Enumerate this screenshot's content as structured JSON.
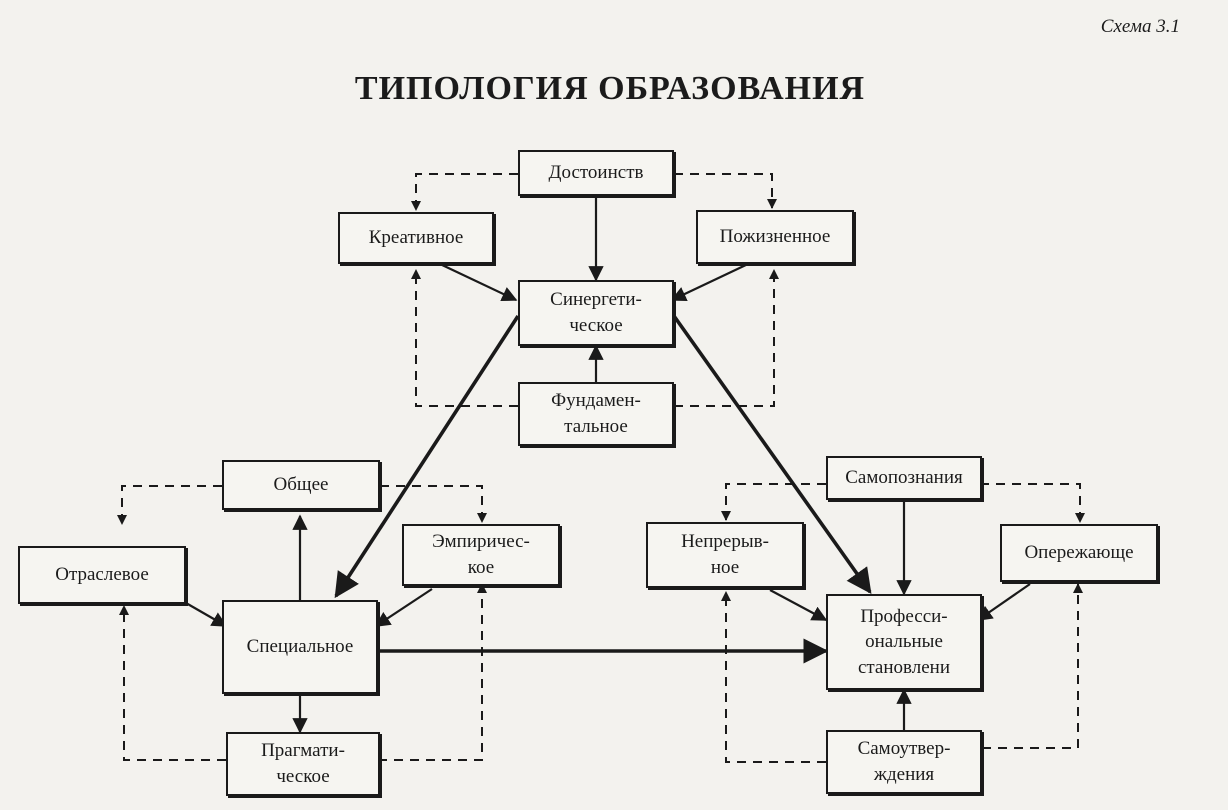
{
  "header": {
    "scheme_label": "Схема 3.1",
    "title": "ТИПОЛОГИЯ ОБРАЗОВАНИЯ"
  },
  "nodes": {
    "dostoinstv": "Достоинств",
    "kreativnoe": "Креативное",
    "pozhiznennoe": "Пожизненное",
    "sinergeticheskoe": "Синергети-\nческое",
    "fundamentalnoe": "Фундамен-\nтальное",
    "obshchee": "Общее",
    "otraslevoe": "Отраслевое",
    "empiricheskoe": "Эмпиричес-\nкое",
    "spetsialnoe": "Специальное",
    "pragmaticheskoe": "Прагмати-\nческое",
    "samopoznaniya": "Самопознания",
    "nepreryvnoe": "Непрерыв-\nное",
    "operezhayushche": "Опережающе",
    "professionalnye": "Професси-\nональные\nстановлени",
    "samoutverzhdeniya": "Самоутвер-\nждения"
  }
}
